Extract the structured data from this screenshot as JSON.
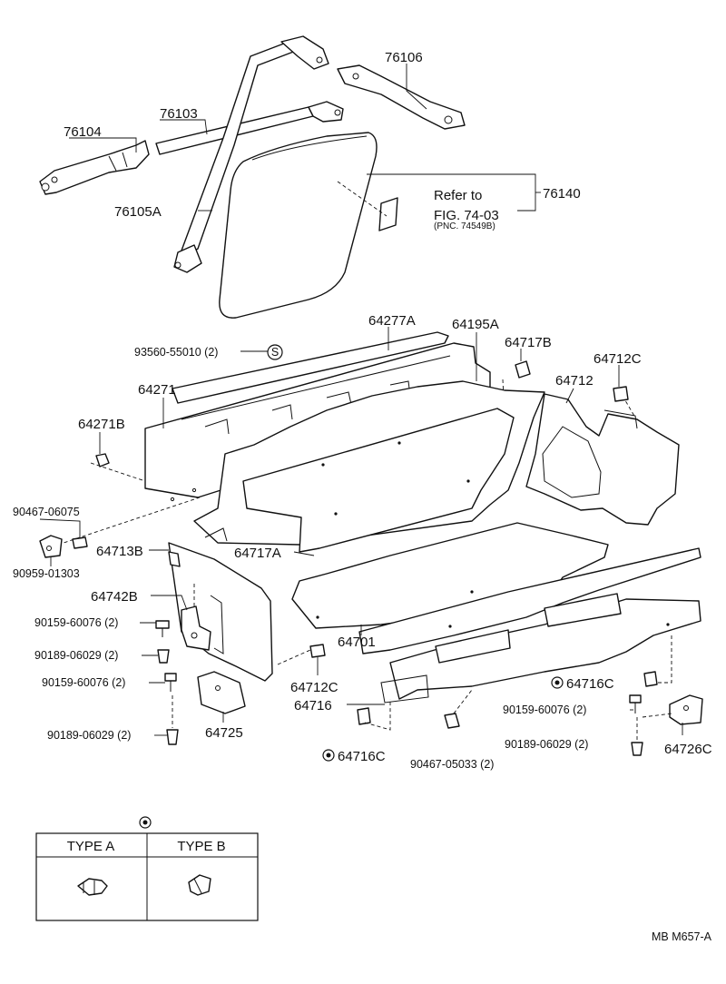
{
  "labels": {
    "p76104": "76104",
    "p76103": "76103",
    "p76106": "76106",
    "p76105A": "76105A",
    "p76140": "76140",
    "refer_to": "Refer to",
    "fig_ref": "FIG. 74-03",
    "pnc_ref": "(PNC. 74549B)",
    "p64277A": "64277A",
    "p64195A": "64195A",
    "p93560": "93560-55010 (2)",
    "s_mark": "S",
    "p64717B": "64717B",
    "p64712C_top": "64712C",
    "p64712": "64712",
    "p64271": "64271",
    "p64271B": "64271B",
    "p90467_06075": "90467-06075",
    "p90959_01303": "90959-01303",
    "p64713B": "64713B",
    "p64717A": "64717A",
    "p64742B": "64742B",
    "p90159_a": "90159-60076 (2)",
    "p90189_a": "90189-06029 (2)",
    "p90159_b": "90159-60076 (2)",
    "p90189_b": "90189-06029 (2)",
    "p64725": "64725",
    "p64712C_mid": "64712C",
    "p64701": "64701",
    "p64716": "64716",
    "p64716C_right": "64716C",
    "p64716C_bottom": "64716C",
    "p90467_05033": "90467-05033 (2)",
    "p90159_c": "90159-60076 (2)",
    "p90189_c": "90189-06029 (2)",
    "p64726C": "64726C"
  },
  "legend": {
    "type_a": "TYPE  A",
    "type_b": "TYPE  B"
  },
  "footer": {
    "code": "MB  M657-A"
  }
}
